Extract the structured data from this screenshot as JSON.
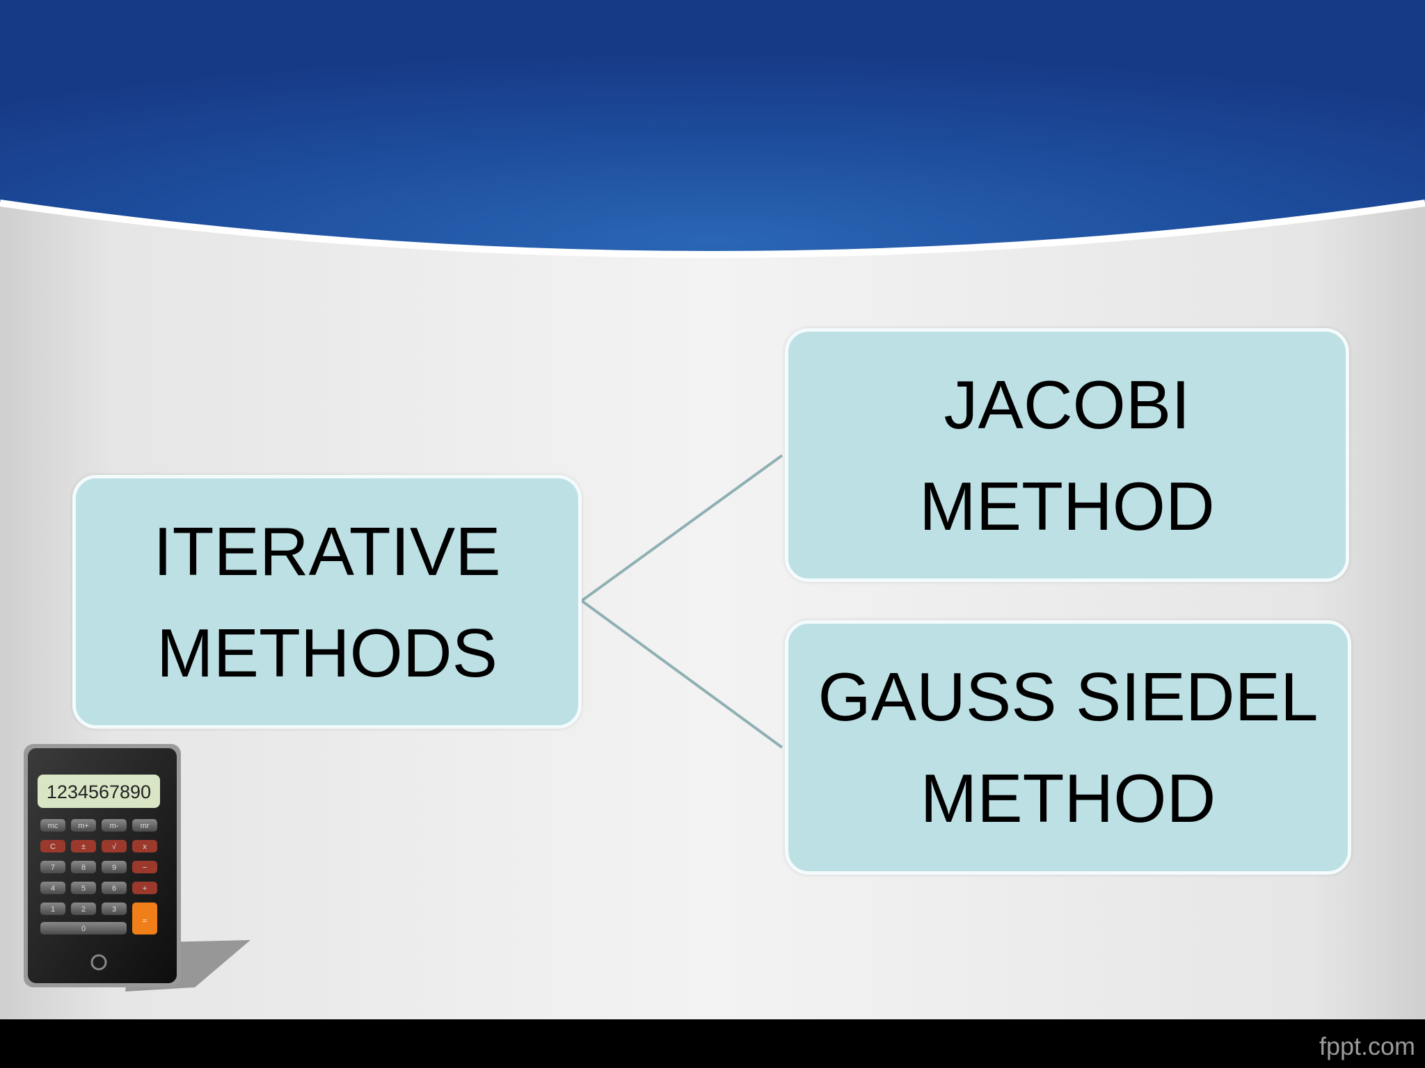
{
  "diagram": {
    "root": {
      "lines": [
        "ITERATIVE",
        "METHODS"
      ]
    },
    "children": [
      {
        "id": "jacobi",
        "lines": [
          "JACOBI",
          "METHOD"
        ]
      },
      {
        "id": "gauss",
        "lines": [
          "GAUSS SIEDEL",
          "METHOD"
        ]
      }
    ]
  },
  "calculator": {
    "display": "1234567890",
    "top_keys": [
      "mc",
      "m+",
      "m-",
      "mr"
    ],
    "op_keys": [
      "C",
      "±",
      "√",
      "x"
    ],
    "row7": [
      "7",
      "8",
      "9",
      "−"
    ],
    "row4": [
      "4",
      "5",
      "6",
      "+"
    ],
    "row1": [
      "1",
      "2",
      "3"
    ],
    "row0": [
      "0"
    ],
    "equals": "="
  },
  "footer": {
    "brand": "fppt.com"
  },
  "colors": {
    "header_blue": "#1f4c9a",
    "node_fill": "#bde0e4",
    "connector": "#8fb0b2"
  }
}
